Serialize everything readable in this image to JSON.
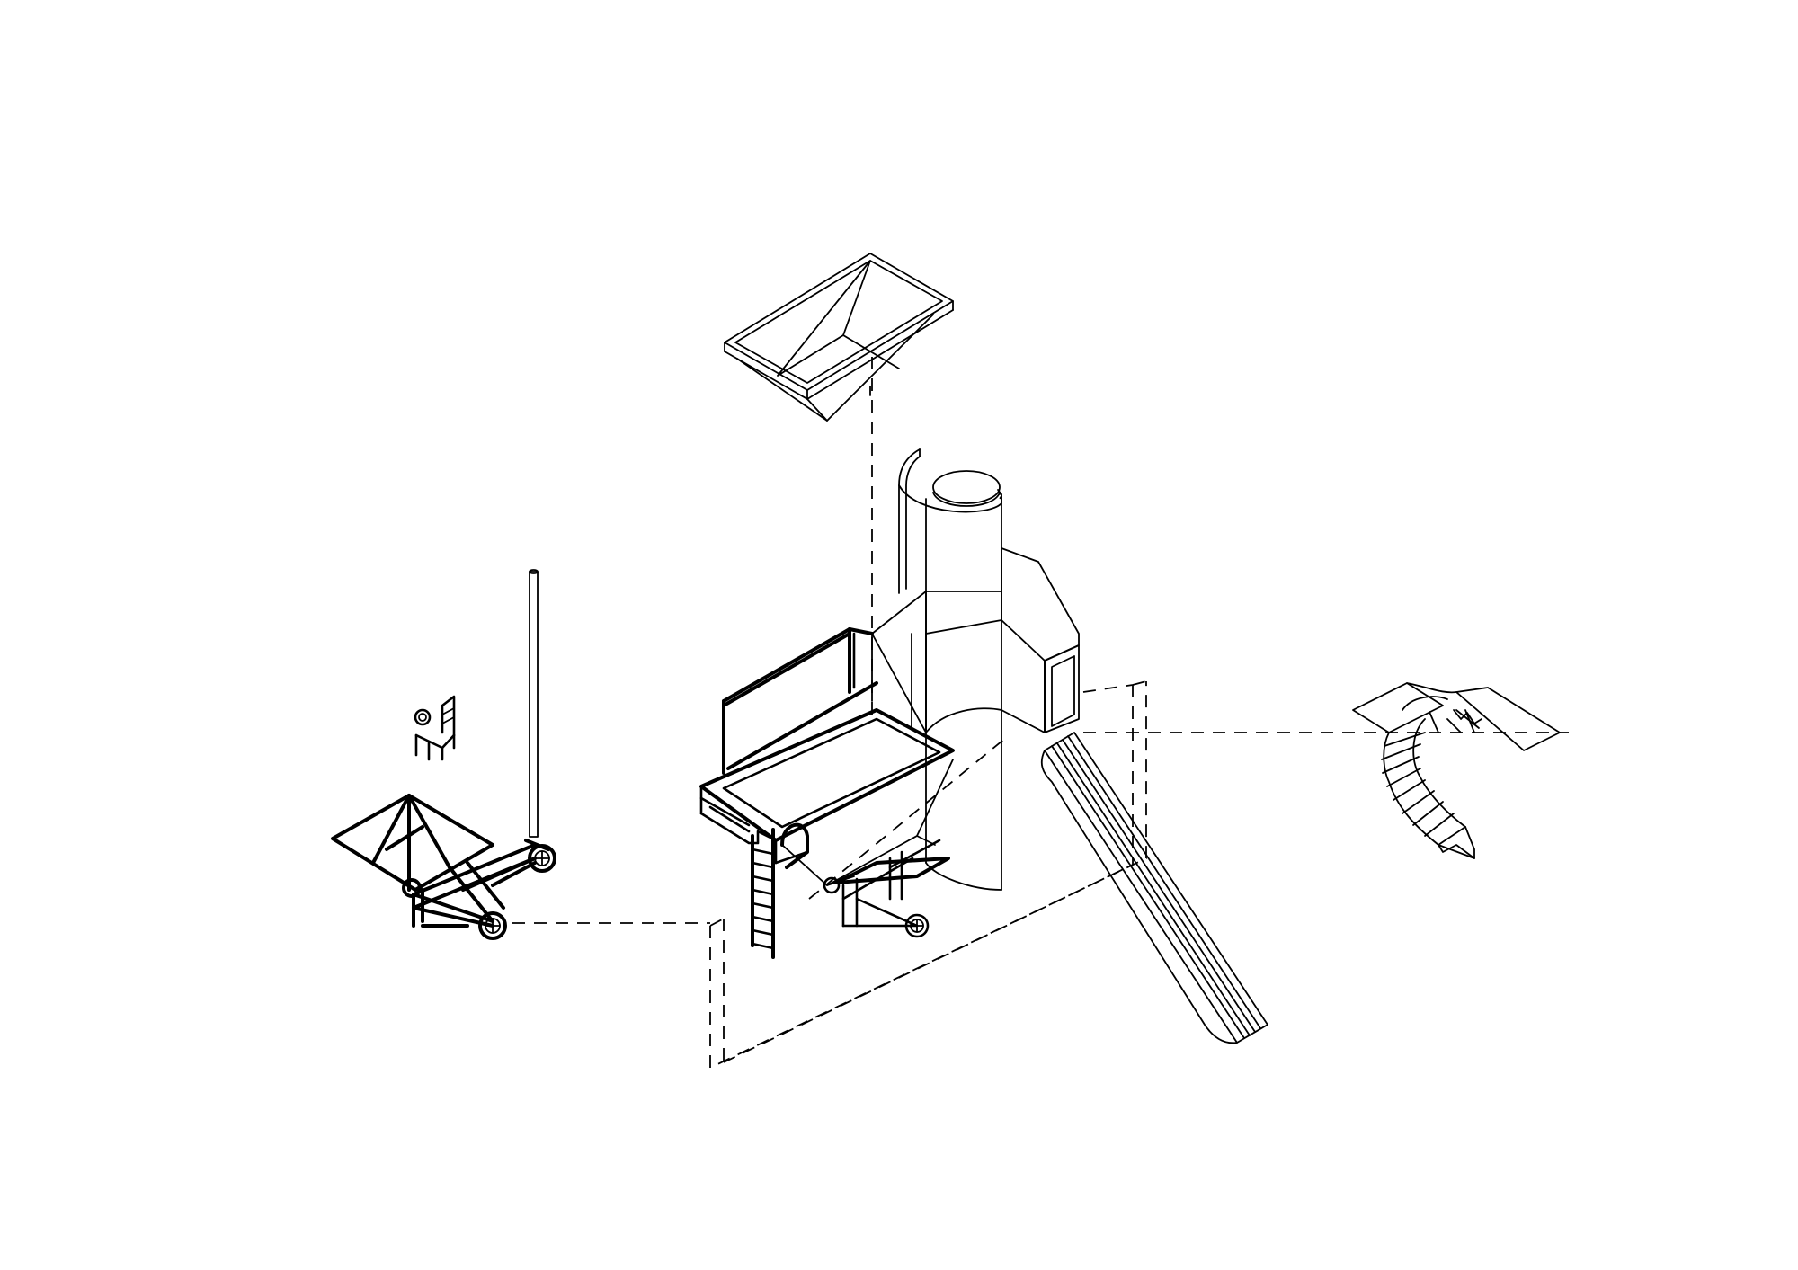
{
  "drawing": {
    "background": "#ffffff",
    "stroke": "#000000",
    "components": [
      {
        "name": "hopper-top",
        "icon": "hopper-icon"
      },
      {
        "name": "cylinder-tower",
        "icon": "cylinder-icon"
      },
      {
        "name": "central-platform",
        "icon": "platform-icon"
      },
      {
        "name": "ladder",
        "icon": "ladder-icon"
      },
      {
        "name": "slide-chute",
        "icon": "slide-icon"
      },
      {
        "name": "spiral-stair",
        "icon": "spiral-stair-icon"
      },
      {
        "name": "wheeled-cart",
        "icon": "cart-icon"
      },
      {
        "name": "pole",
        "icon": "pole-icon"
      },
      {
        "name": "chair",
        "icon": "chair-icon"
      }
    ]
  }
}
